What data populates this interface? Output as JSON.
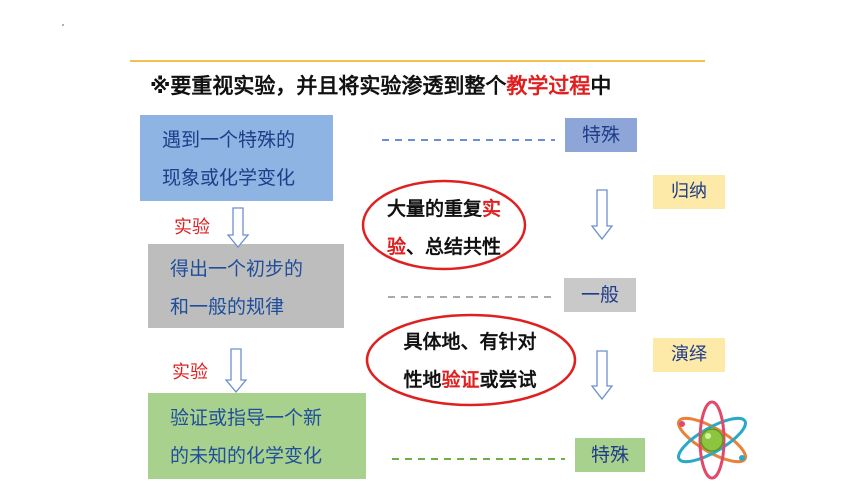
{
  "headline": {
    "prefix": "※要重视实验，并且将实验渗透到整个",
    "highlight": "教学过程",
    "suffix": "中"
  },
  "steps": [
    {
      "line1": "遇到一个特殊的",
      "line2": "现象或化学变化"
    },
    {
      "line1": "得出一个初步的",
      "line2": "和一般的规律"
    },
    {
      "line1": "验证或指导一个新",
      "line2": "的未知的化学变化"
    }
  ],
  "arrow_labels": [
    "实验",
    "实验"
  ],
  "tags": [
    "特殊",
    "一般",
    "特殊"
  ],
  "side_labels": [
    "归纳",
    "演绎"
  ],
  "ellipse1": {
    "line1_a": "大量的重复",
    "line1_b": "实",
    "line2_a": "验",
    "line2_b": "、总结共性"
  },
  "ellipse2": {
    "line1": "具体地、有针对",
    "line2_a": "性地",
    "line2_b": "验证",
    "line2_c": "或尝试"
  },
  "colors": {
    "accent_red": "#e02020",
    "rule": "#f2c14e"
  },
  "icons": {
    "atom": "atom-icon"
  }
}
